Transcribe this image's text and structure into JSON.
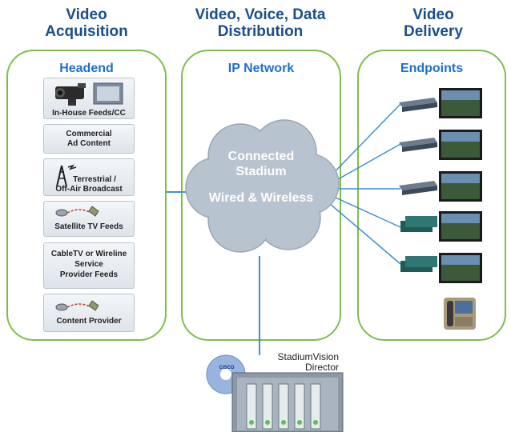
{
  "columns": [
    {
      "title_line1": "Video",
      "title_line2": "Acquisition",
      "panel_title": "Headend"
    },
    {
      "title_line1": "Video, Voice, Data",
      "title_line2": "Distribution",
      "panel_title": "IP Network"
    },
    {
      "title_line1": "Video",
      "title_line2": "Delivery",
      "panel_title": "Endpoints"
    }
  ],
  "headend_sources": [
    {
      "line1": "In-House Feeds/CC",
      "line2": "",
      "line3": ""
    },
    {
      "line1": "Commercial",
      "line2": "Ad Content",
      "line3": ""
    },
    {
      "line1": "Terrestrial /",
      "line2": "Off-Air Broadcast",
      "line3": ""
    },
    {
      "line1": "Satellite TV Feeds",
      "line2": "",
      "line3": ""
    },
    {
      "line1": "CableTV or Wireline",
      "line2": "Service",
      "line3": "Provider Feeds"
    },
    {
      "line1": "Content Provider",
      "line2": "",
      "line3": ""
    }
  ],
  "cloud": {
    "line1": "Connected",
    "line2": "Stadium",
    "line3": "Wired & Wireless"
  },
  "director": {
    "line1": "StadiumVision",
    "line2": "Director",
    "logo_text": "CISCO"
  },
  "endpoints": [
    {
      "device": "set-top-box",
      "display": "tv-screen"
    },
    {
      "device": "set-top-box",
      "display": "tv-screen"
    },
    {
      "device": "set-top-box",
      "display": "tv-screen"
    },
    {
      "device": "media-player",
      "display": "tv-screen"
    },
    {
      "device": "media-player",
      "display": "tv-screen"
    },
    {
      "device": "ip-phone",
      "display": ""
    }
  ],
  "colors": {
    "title": "#1a4f8c",
    "panel_title": "#1f6fd1",
    "panel_border": "#7cbf4a",
    "connector": "#3d8fd6",
    "cloud_fill": "#b7c3ce",
    "cloud_text": "#ffffff"
  }
}
